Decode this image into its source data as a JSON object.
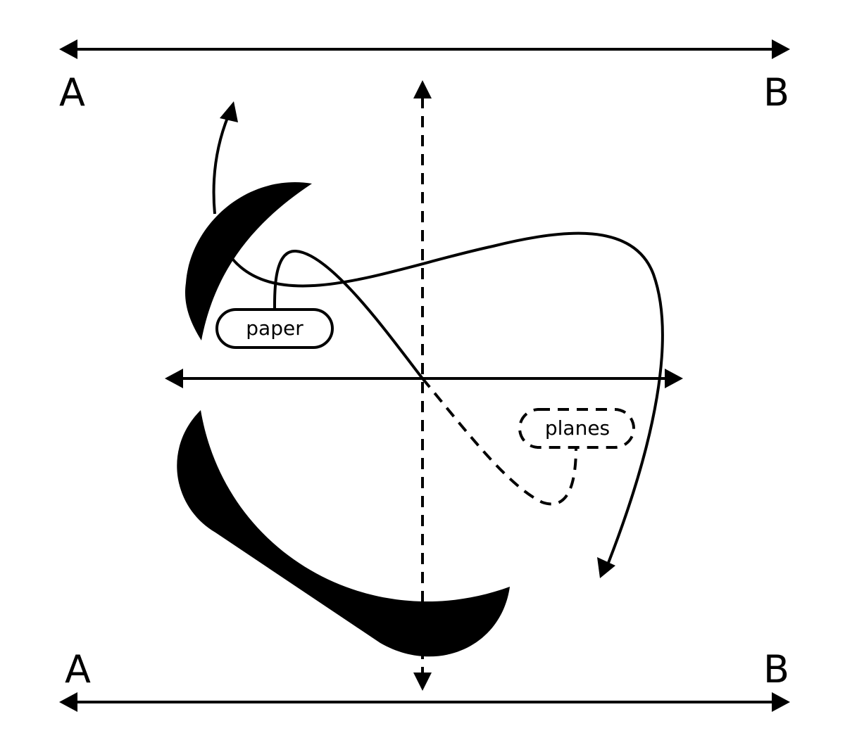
{
  "labels": {
    "top_left": "A",
    "top_right": "B",
    "bottom_left": "A",
    "bottom_right": "B"
  },
  "pills": {
    "paper": "paper",
    "planes": "planes"
  },
  "colors": {
    "ink": "#000000",
    "background": "#ffffff"
  }
}
